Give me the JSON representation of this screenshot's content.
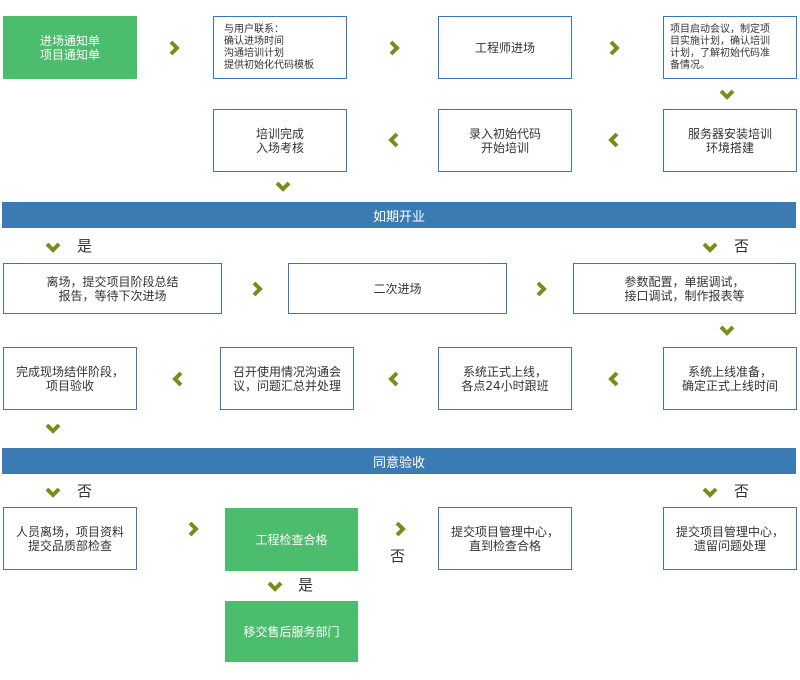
{
  "colors": {
    "box_border": "#3a78b5",
    "accent_green": "#4cbd6d",
    "band_blue": "#3b7bb3",
    "arrow_olive": "#7b8b1c"
  },
  "nodes": {
    "notice": "进场通知单\n项目通知单",
    "contact": "与用户联系：\n确认进场时间\n沟通培训计划\n提供初始化代码模板",
    "engineer_entry": "工程师进场",
    "kickoff": "项目启动会议，制定项\n目实施计划，确认培训\n计划，了解初始代码准\n备情况。",
    "training_done": "培训完成\n入场考核",
    "enter_code": "录入初始代码\n开始培训",
    "server_setup": "服务器安装培训\n环境搭建",
    "leave_summary": "离场，提交项目阶段总结\n报告，等待下次进场",
    "second_entry": "二次进场",
    "param_config": "参数配置，单据调试，\n接口调试，制作报表等",
    "onsite_done": "完成现场结伴阶段，\n项目验收",
    "usage_meeting": "召开使用情况沟通会\n议，问题汇总并处理",
    "go_live": "系统正式上线，\n各点24小时跟班",
    "go_live_prep": "系统上线准备，\n确定正式上线时间",
    "staff_leave": "人员离场，项目资料\n提交品质部检查",
    "inspection_pass": "工程检查合格",
    "submit_pmc_check": "提交项目管理中心，\n直到检查合格",
    "submit_pmc_issues": "提交项目管理中心，\n遗留问题处理",
    "after_sales": "移交售后服务部门"
  },
  "bands": {
    "opening": "如期开业",
    "acceptance": "同意验收"
  },
  "branch_labels": {
    "yes_1": "是",
    "no_1": "否",
    "no_2": "否",
    "no_3": "否",
    "no_4": "否",
    "yes_2": "是"
  }
}
